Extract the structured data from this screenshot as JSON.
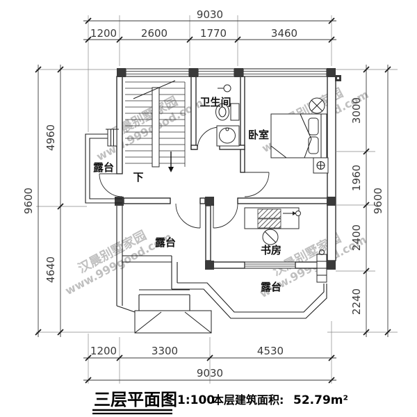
{
  "title_block": {
    "name": "三层平面图",
    "scale": "1:100",
    "area_label": "本层建筑面积:",
    "area_value": "52.79m²"
  },
  "watermark": {
    "line1": "汉晨别墅家园",
    "line2": "www.999good.com"
  },
  "rooms": {
    "bathroom": "卫生间",
    "bedroom": "卧室",
    "study": "书房",
    "terrace": "露台",
    "stairs_down": "下"
  },
  "dims": {
    "top": {
      "total": "9030",
      "segments": [
        "1200",
        "2600",
        "1770",
        "3460"
      ]
    },
    "bottom": {
      "total": "9030",
      "segments": [
        "1200",
        "3300",
        "4530"
      ]
    },
    "left": {
      "total": "9600",
      "segments": [
        "4960",
        "4640"
      ]
    },
    "right": {
      "total": "9600",
      "segments": [
        "3000",
        "1960",
        "2400",
        "2240"
      ]
    }
  },
  "colors": {
    "line": "#1c1c1c",
    "dimension": "#3a3a3a",
    "column_fill": "#3a3a3a",
    "watermark": "#999999",
    "background": "#ffffff"
  }
}
